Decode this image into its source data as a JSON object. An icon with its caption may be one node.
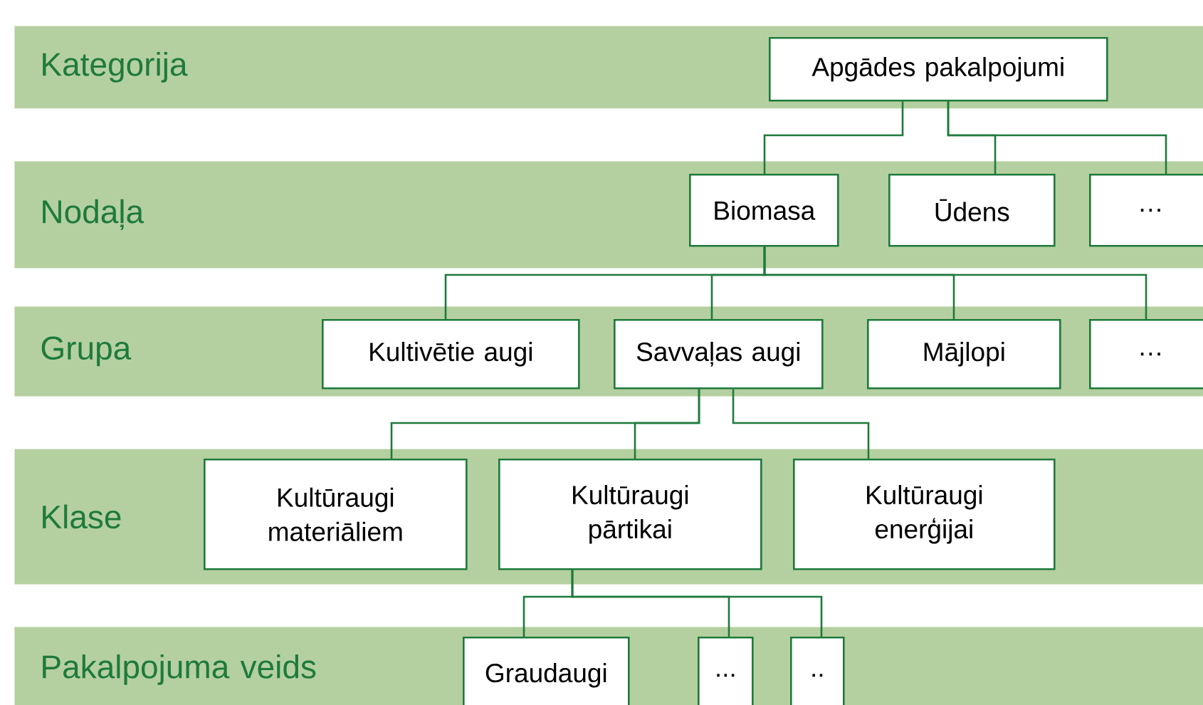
{
  "diagram": {
    "nodes": [
      {
        "text": [
          "Kategorija"
        ]
      },
      {
        "text": [
          "Apgādes pakalpojumi"
        ],
        "in": 0
      },
      {
        "text": [
          "Nodaļa"
        ]
      },
      {
        "text": [
          "Biomasa"
        ],
        "in": 2
      },
      {
        "text": [
          "Ūdens"
        ],
        "in": 2
      },
      {
        "text": [
          "…"
        ],
        "in": 2
      },
      {
        "text": [
          "Grupa"
        ]
      },
      {
        "text": [
          "Kultivētie augi"
        ],
        "in": 6
      },
      {
        "text": [
          "Savvaļas augi"
        ],
        "in": 6
      },
      {
        "text": [
          "Mājlopi"
        ],
        "in": 6
      },
      {
        "text": [
          "…"
        ],
        "in": 6
      },
      {
        "text": [
          "Klase"
        ]
      },
      {
        "text": [
          "Kultūraugi materiāliem"
        ],
        "in": 11
      },
      {
        "text": [
          "Kultūraugi pārtikai"
        ],
        "in": 11
      },
      {
        "text": [
          "Kultūraugi enerģijai"
        ],
        "in": 11
      },
      {
        "text": [
          "Pakalpojuma veids"
        ]
      },
      {
        "text": [
          "Graudaugi"
        ],
        "in": 15
      },
      {
        "text": [
          "..."
        ],
        "in": 15
      },
      {
        "text": [
          ".."
        ],
        "in": 15
      }
    ],
    "edges": [
      {
        "from": 1,
        "to": 3,
        "arrow": "none"
      },
      {
        "from": 1,
        "to": 4,
        "arrow": "none"
      },
      {
        "from": 1,
        "to": 5,
        "arrow": "none"
      },
      {
        "from": 3,
        "to": 7,
        "arrow": "none"
      },
      {
        "from": 3,
        "to": 8,
        "arrow": "none"
      },
      {
        "from": 3,
        "to": 9,
        "arrow": "none"
      },
      {
        "from": 3,
        "to": 10,
        "arrow": "none"
      },
      {
        "from": 8,
        "to": 12,
        "arrow": "none"
      },
      {
        "from": 8,
        "to": 13,
        "arrow": "none"
      },
      {
        "from": 8,
        "to": 14,
        "arrow": "none"
      },
      {
        "from": 13,
        "to": 16,
        "arrow": "none"
      },
      {
        "from": 13,
        "to": 17,
        "arrow": "none"
      },
      {
        "from": 13,
        "to": 18,
        "arrow": "none"
      }
    ]
  }
}
